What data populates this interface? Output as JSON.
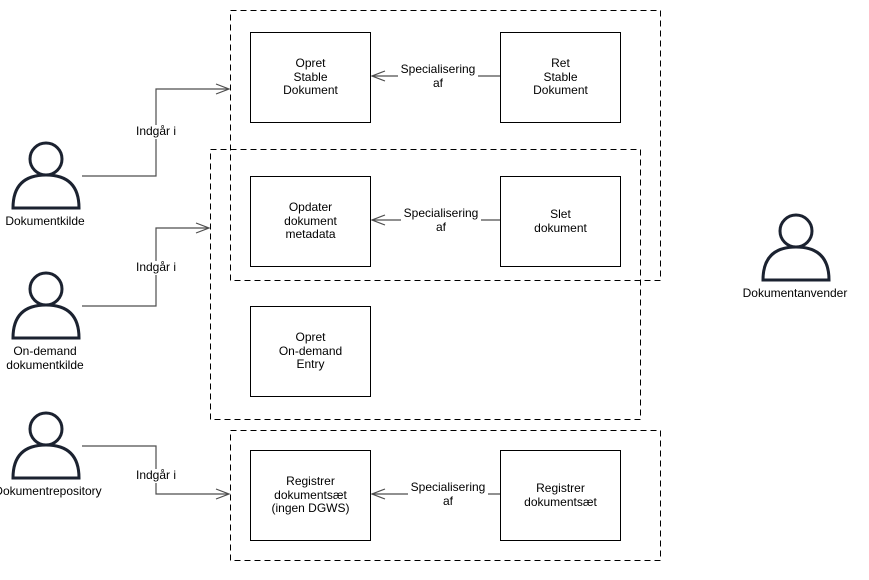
{
  "actors": {
    "source": "Dokumentkilde",
    "ondemand": "On-demand\ndokumentkilde",
    "repository": "Dokumentrepository",
    "consumer": "Dokumentanvender"
  },
  "use_cases": {
    "opret_stable": "Opret\nStable\nDokument",
    "ret_stable": "Ret\nStable\nDokument",
    "opdater_metadata": "Opdater\ndokument\nmetadata",
    "slet": "Slet\ndokument",
    "opret_ondemand": "Opret\nOn-demand\nEntry",
    "registrer_ingen_dgws": "Registrer\ndokumentsæt\n(ingen DGWS)",
    "registrer": "Registrer\ndokumentsæt"
  },
  "relations": {
    "specialization": "Specialisering\naf",
    "participates": "Indgår i"
  },
  "colors": {
    "line": "#4d4d4d",
    "actor_stroke": "#1b2230",
    "box_border": "#000000",
    "background": "#ffffff"
  }
}
